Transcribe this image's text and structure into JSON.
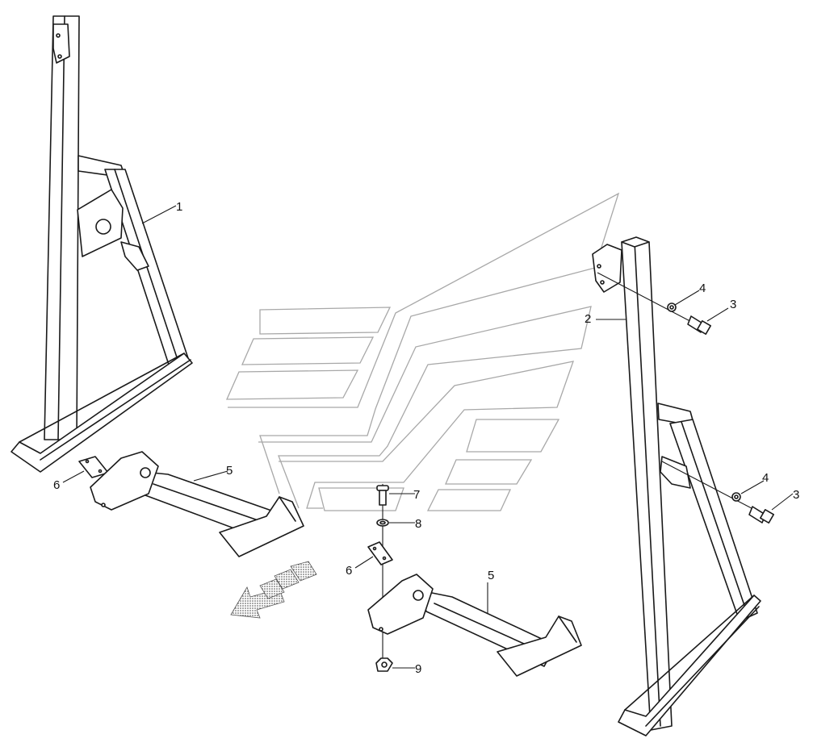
{
  "labels": {
    "frame_left": "1",
    "frame_right": "2",
    "bolt_upper": "3",
    "bolt_lower": "3",
    "washer_upper": "4",
    "washer_lower": "4",
    "foot_left": "5",
    "foot_right": "5",
    "plate_left": "6",
    "plate_right": "6",
    "bolt_center": "7",
    "washer_center": "8",
    "nut_center": "9"
  },
  "colors": {
    "line": "#1a1a1a",
    "watermark": "#a8a8a8",
    "background": "#ffffff"
  },
  "icons": {
    "direction": "direction-arrow-icon",
    "watermark": "watermark-logo"
  }
}
